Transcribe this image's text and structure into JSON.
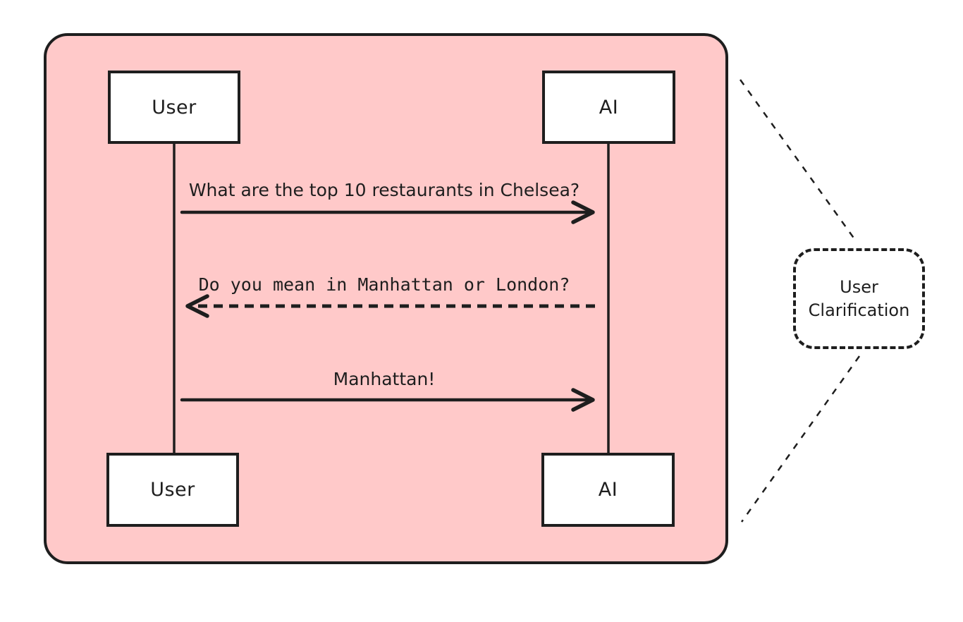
{
  "diagram": {
    "type": "sequence",
    "actors": {
      "top_left": "User",
      "top_right": "AI",
      "bottom_left": "User",
      "bottom_right": "AI"
    },
    "messages": [
      {
        "text": "What are the top 10 restaurants in Chelsea?",
        "from": "User",
        "to": "AI",
        "line_style": "solid",
        "direction": "right"
      },
      {
        "text": "Do you mean in Manhattan or London?",
        "from": "AI",
        "to": "User",
        "line_style": "dashed",
        "direction": "left"
      },
      {
        "text": "Manhattan!",
        "from": "User",
        "to": "AI",
        "line_style": "solid",
        "direction": "right"
      }
    ],
    "annotation": {
      "label": "User Clarification"
    },
    "colors": {
      "frame_fill": "#ffc9c9",
      "stroke": "#1e1e1e",
      "box_fill": "#ffffff",
      "page_background": "#ffffff"
    }
  }
}
